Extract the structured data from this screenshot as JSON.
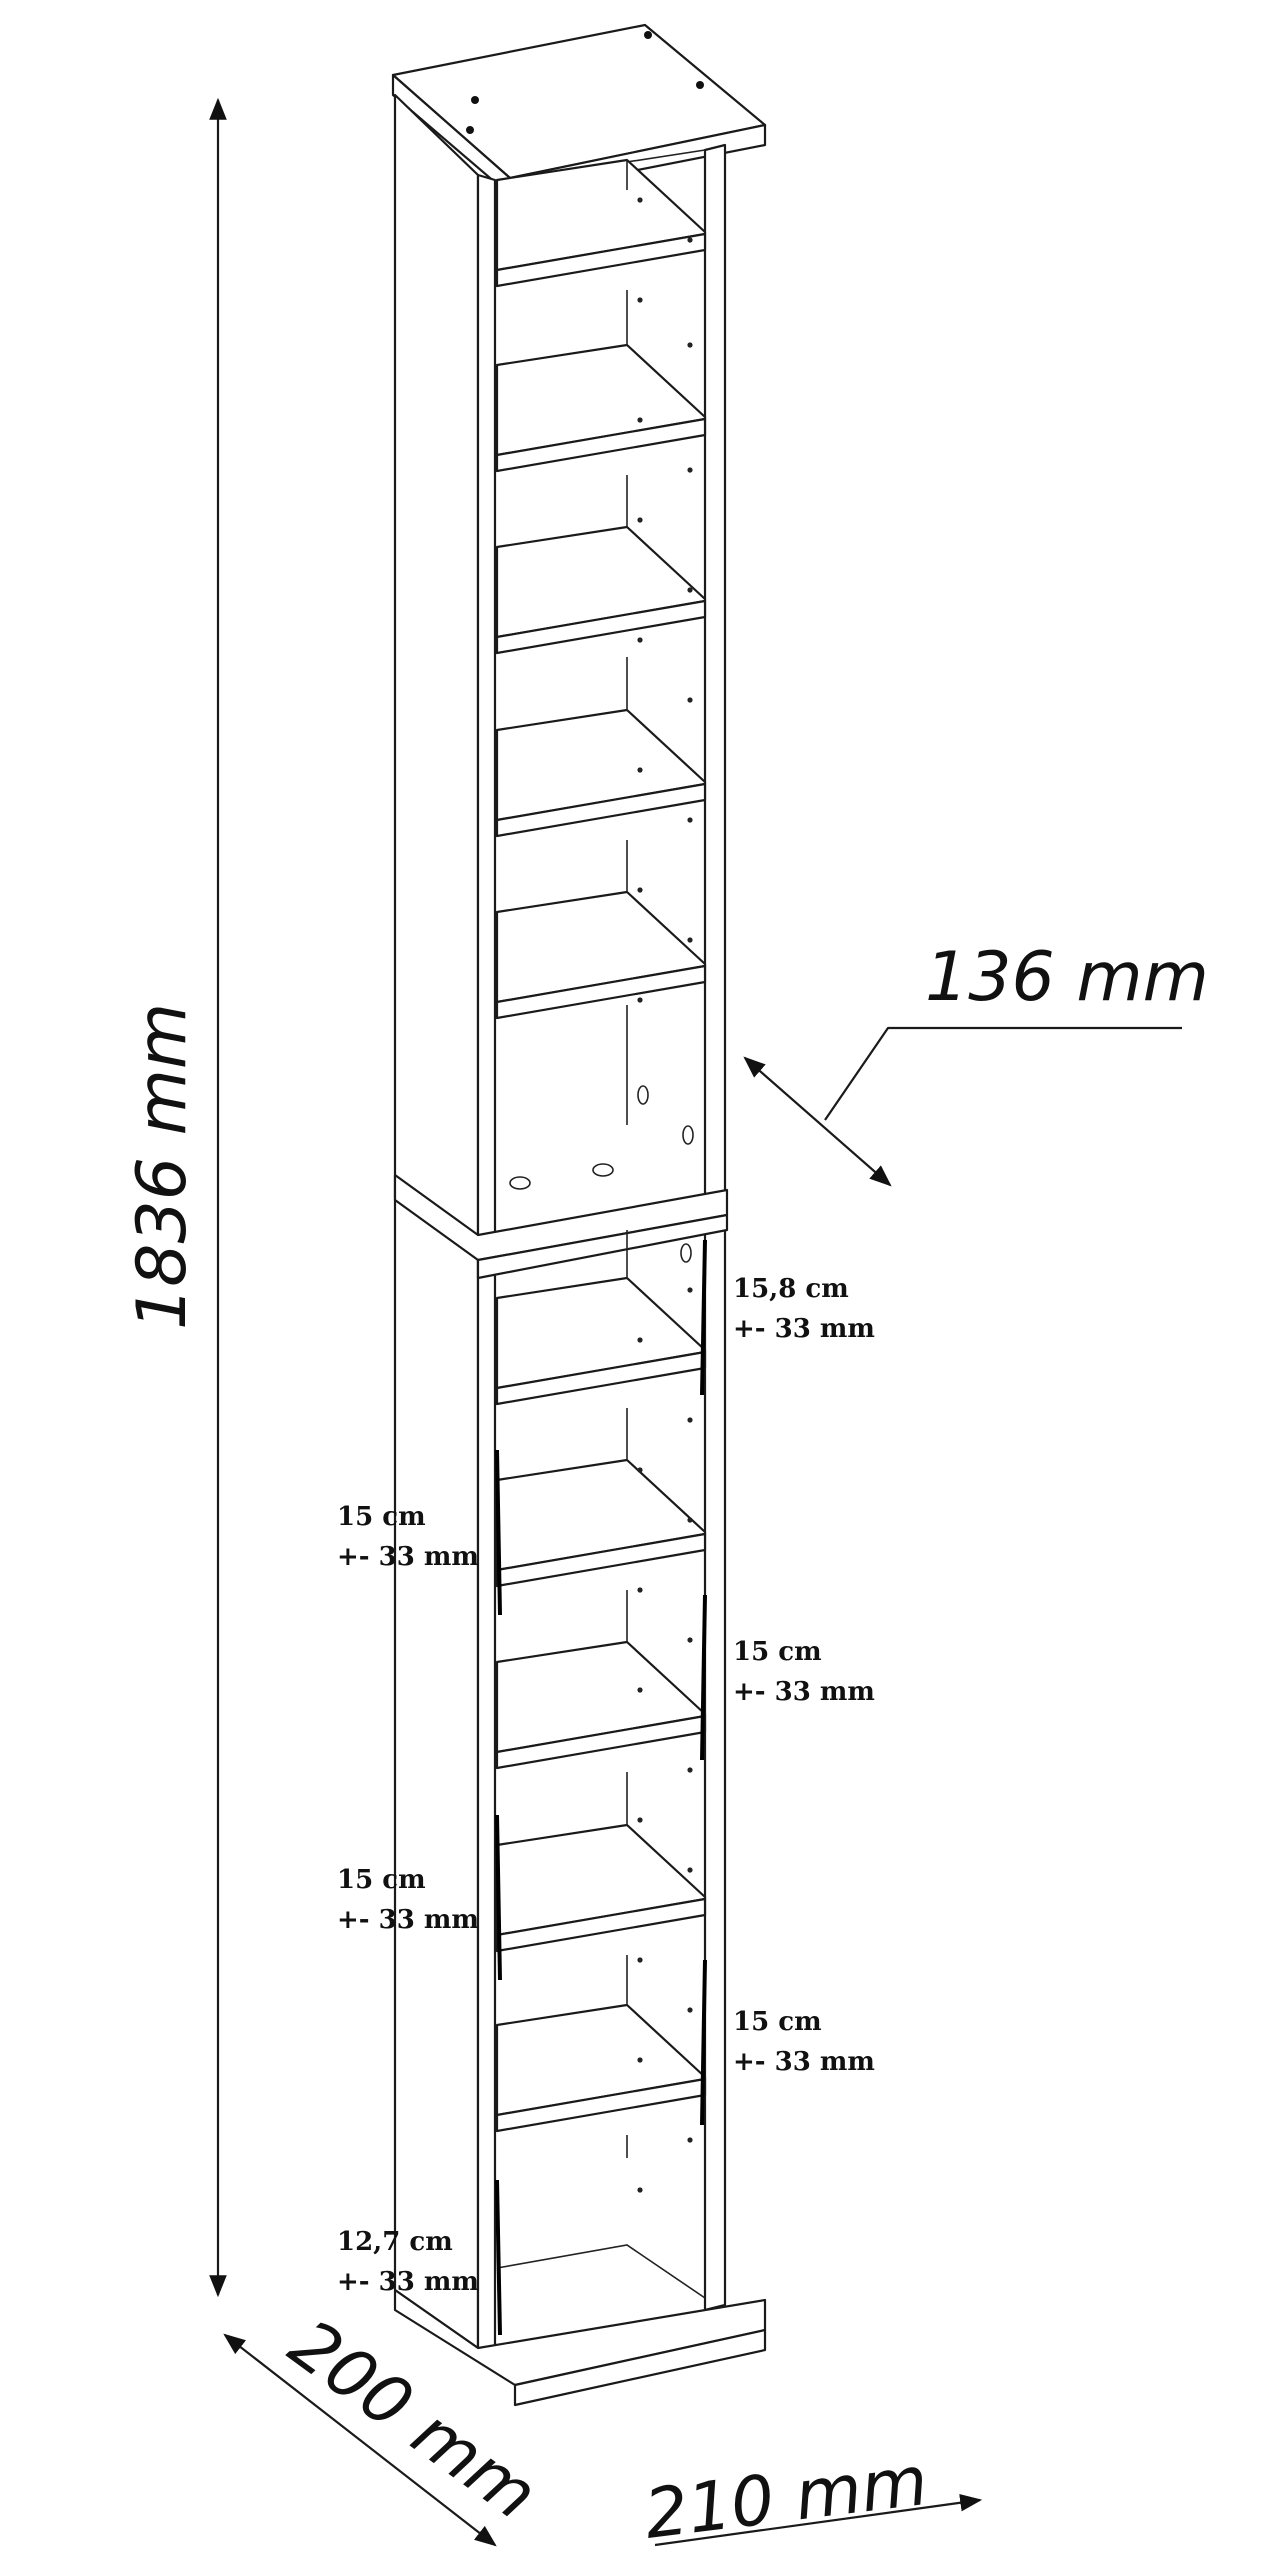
{
  "dimensions": {
    "height": "1836 mm",
    "depth_inner": "136 mm",
    "depth": "200 mm",
    "width": "210 mm"
  },
  "compartments": [
    {
      "name": "right-top",
      "line1": "15,8 cm",
      "line2": "+- 33 mm"
    },
    {
      "name": "left-a",
      "line1": "15 cm",
      "line2": "+- 33 mm"
    },
    {
      "name": "right-mid",
      "line1": "15 cm",
      "line2": "+- 33 mm"
    },
    {
      "name": "left-b",
      "line1": "15 cm",
      "line2": "+- 33 mm"
    },
    {
      "name": "right-bottom",
      "line1": "15 cm",
      "line2": "+- 33 mm"
    },
    {
      "name": "left-bottom",
      "line1": "12,7  cm",
      "line2": "+- 33 mm"
    }
  ]
}
